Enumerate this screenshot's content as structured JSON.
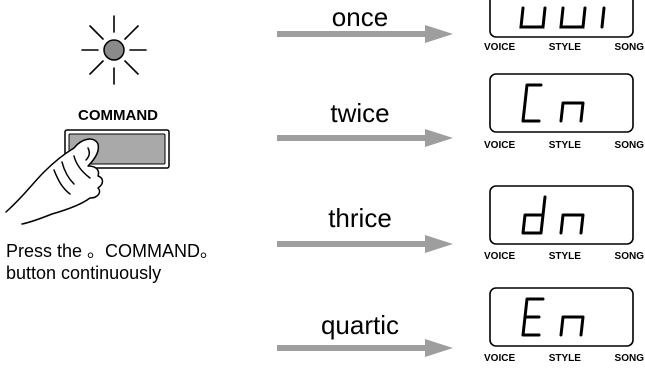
{
  "led": {
    "state": "lit",
    "color": "#8a8a8a"
  },
  "command_button": {
    "label": "COMMAND"
  },
  "instruction": {
    "line1": "Press the 。COMMAND。",
    "line2": "button continuously"
  },
  "steps": [
    {
      "label": "once",
      "display_chars": [
        "U",
        "U",
        "I"
      ]
    },
    {
      "label": "twice",
      "display_chars": [
        "C",
        "n"
      ]
    },
    {
      "label": "thrice",
      "display_chars": [
        "d",
        "n"
      ]
    },
    {
      "label": "quartic",
      "display_chars": [
        "E",
        "n"
      ]
    }
  ],
  "display_modes": [
    "VOICE",
    "STYLE",
    "SONG"
  ],
  "colors": {
    "arrow": "#9e9e9e",
    "lcd_border": "#000000",
    "button_fill": "#a9a9a9"
  }
}
